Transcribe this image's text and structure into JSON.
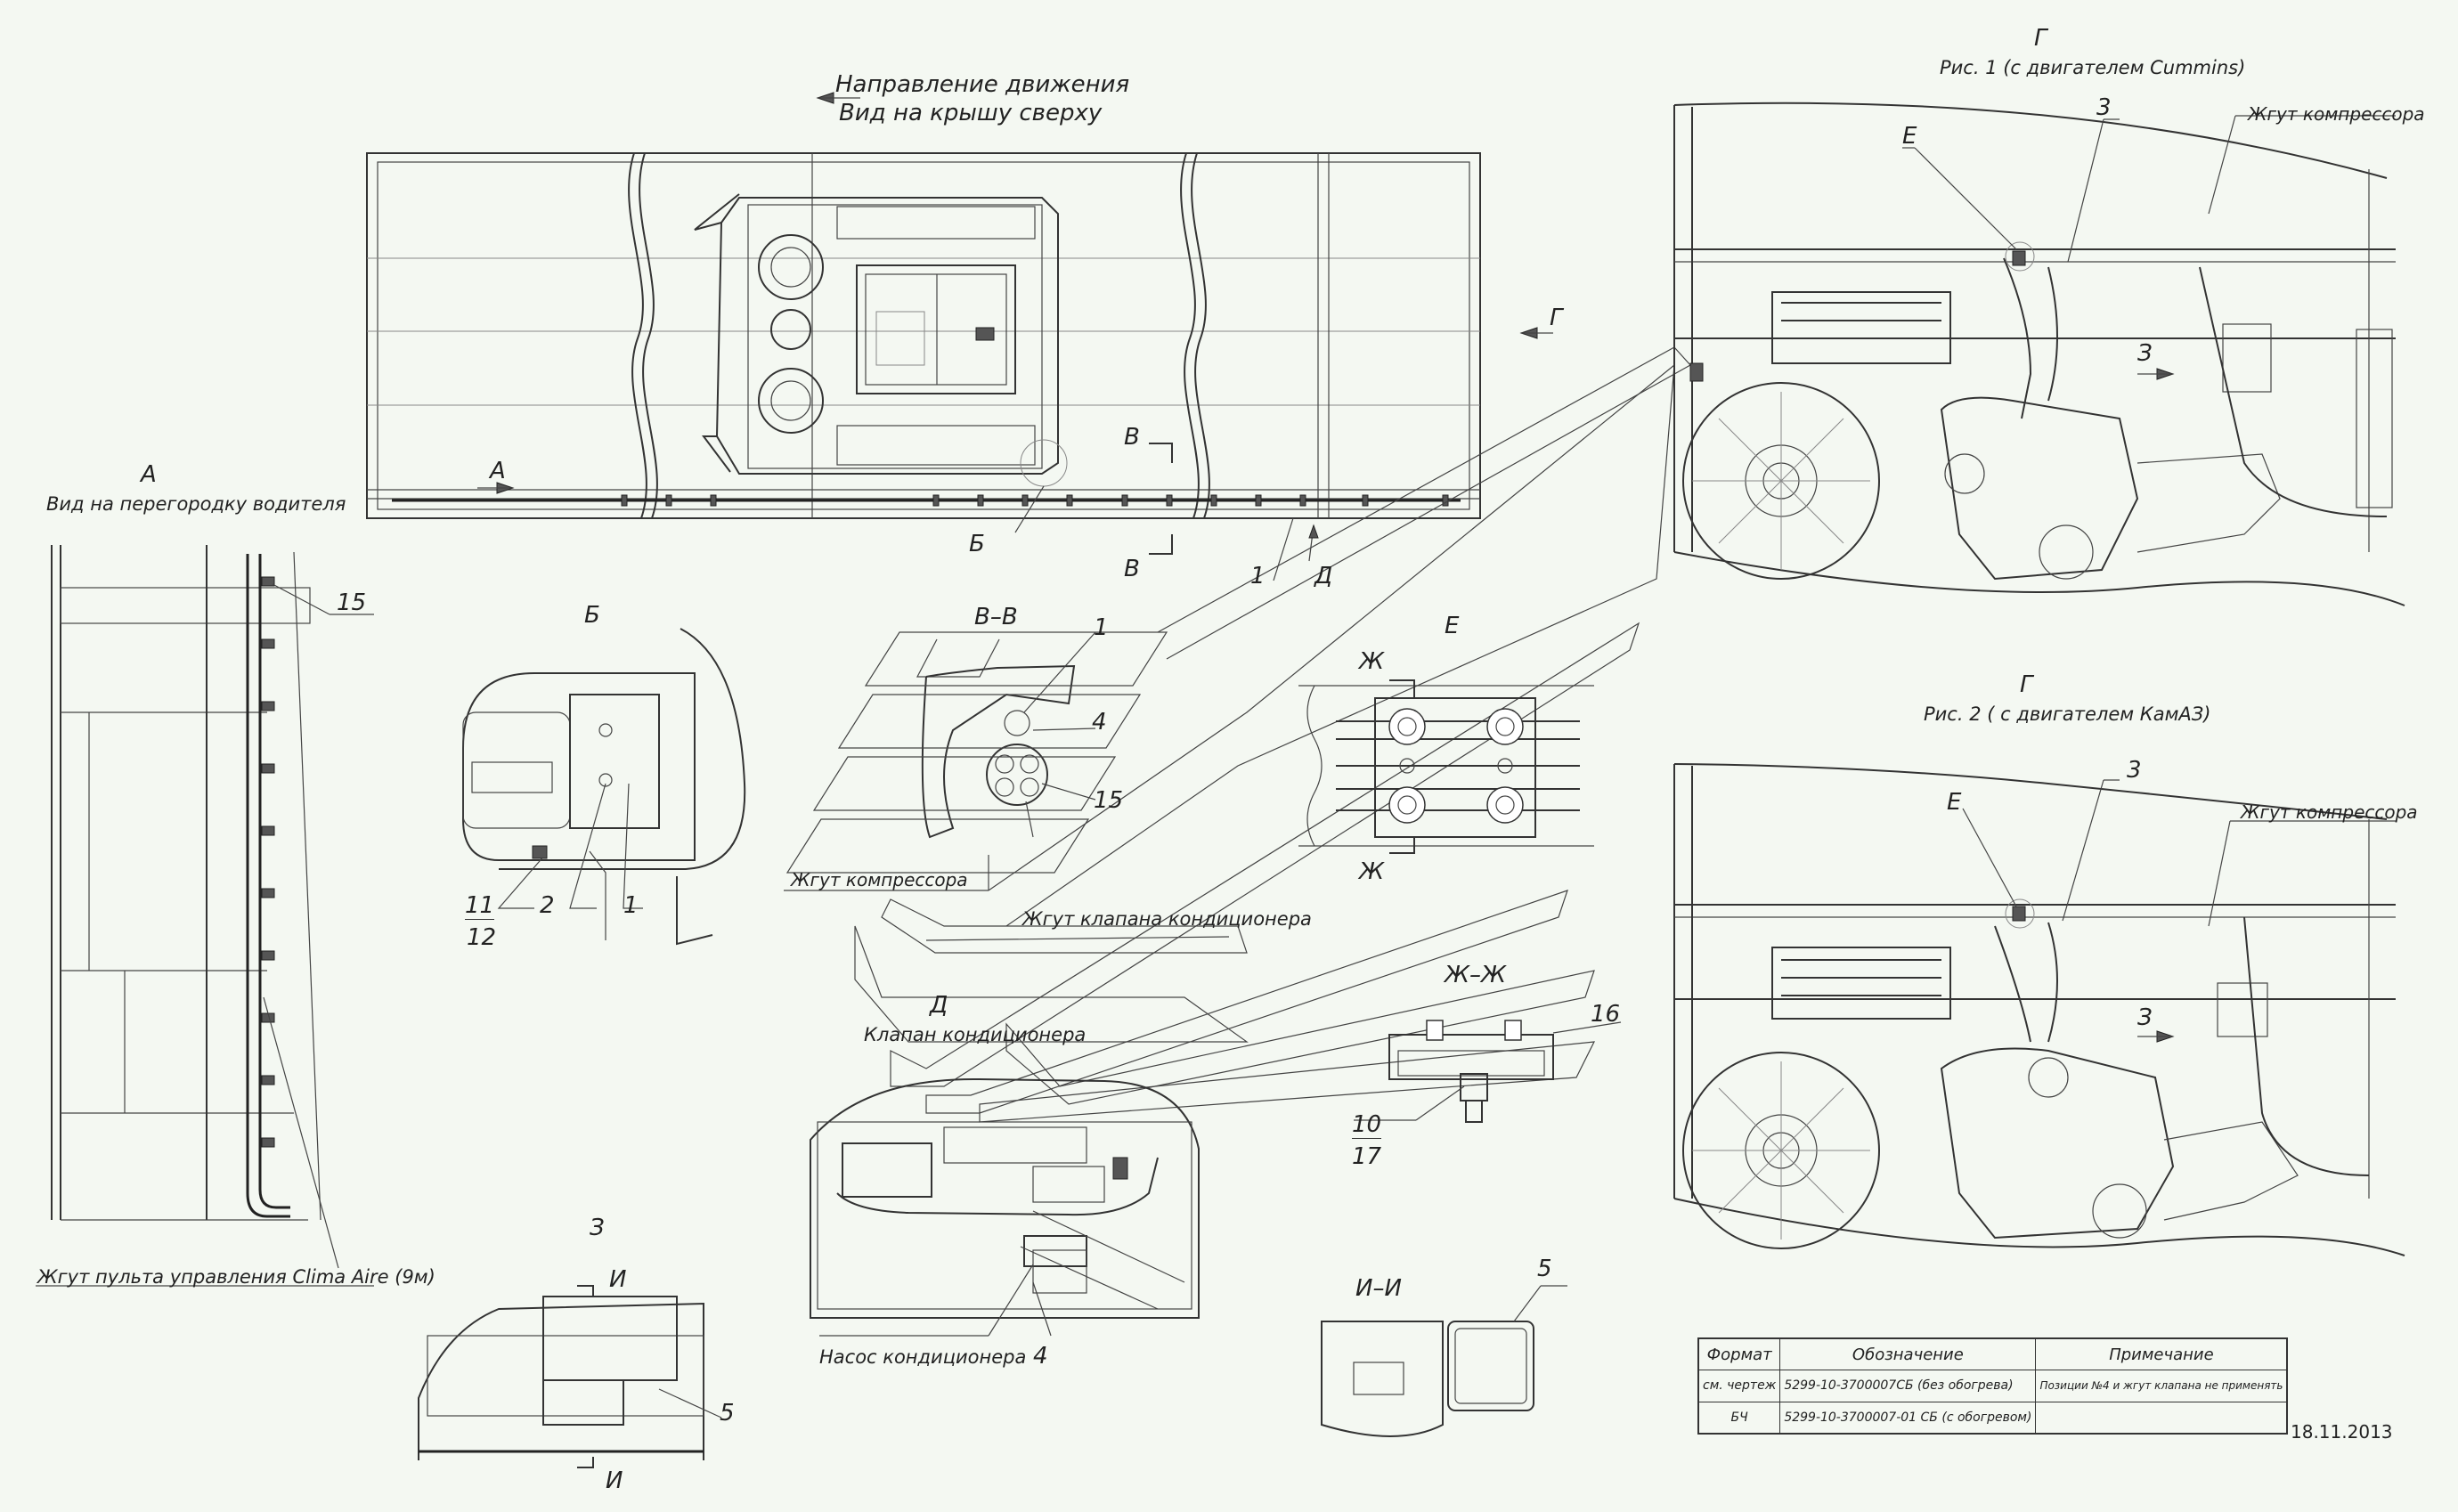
{
  "roof_view": {
    "title_line1": "Направление движения",
    "title_line2": "Вид на крышу сверху",
    "marker_a": "А",
    "marker_g": "Г",
    "marker_b": "Б",
    "marker_v_top": "В",
    "marker_v_bottom": "В",
    "marker_1": "1",
    "marker_d": "Д"
  },
  "view_a": {
    "title_line1": "А",
    "title_line2": "Вид на перегородку водителя",
    "callout_15": "15",
    "harness_label": "Жгут пульта управления Clima Aire (9м)"
  },
  "view_b": {
    "title": "Б",
    "callout_11": "11",
    "callout_12": "12",
    "callout_2": "2",
    "callout_1": "1"
  },
  "section_vv": {
    "title": "В–В",
    "callout_1": "1",
    "callout_4": "4",
    "callout_15": "15",
    "compressor_harness": "Жгут компрессора",
    "valve_harness": "Жгут клапана кондиционера"
  },
  "view_d": {
    "title": "Д",
    "valve_label": "Клапан кондиционера",
    "pump_label": "Насос кондиционера",
    "callout_4": "4"
  },
  "view_e": {
    "title": "Е",
    "marker_zh_top": "Ж",
    "marker_zh_bottom": "Ж"
  },
  "section_zhzh": {
    "title": "Ж–Ж",
    "callout_16": "16",
    "callout_10": "10",
    "callout_17": "17"
  },
  "view_z": {
    "title": "З",
    "marker_i_top": "И",
    "marker_i_bottom": "И",
    "callout_5": "5"
  },
  "section_ii": {
    "title": "И–И",
    "callout_5": "5"
  },
  "fig1": {
    "title_line1": "Г",
    "title_line2": "Рис. 1 (с двигателем Cummins)",
    "marker_e": "Е",
    "callout_3": "3",
    "compressor_harness": "Жгут компрессора",
    "marker_z": "З"
  },
  "fig2": {
    "title_line1": "Г",
    "title_line2": "Рис. 2 ( с двигателем КамАЗ)",
    "marker_e": "Е",
    "callout_3": "3",
    "compressor_harness": "Жгут компрессора",
    "marker_z": "З"
  },
  "spec_table": {
    "headers": [
      "Формат",
      "Обозначение",
      "Примечание"
    ],
    "rows": [
      [
        "см. чертеж",
        "5299-10-3700007СБ (без обогрева)",
        "Позиции №4 и жгут клапана не применять"
      ],
      [
        "БЧ",
        "5299-10-3700007-01 СБ (с обогревом)",
        ""
      ]
    ]
  },
  "date": "18.11.2013"
}
